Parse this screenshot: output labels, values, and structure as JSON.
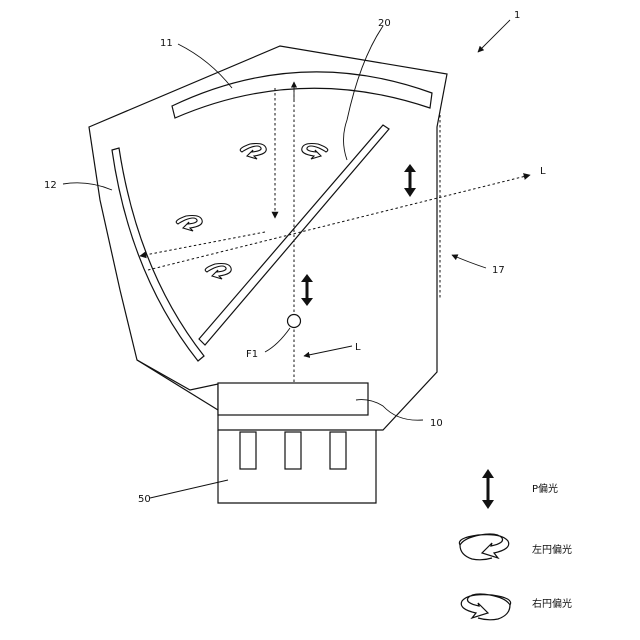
{
  "labels": {
    "device": "1",
    "mirror_top": "11",
    "mirror_left": "12",
    "window": "17",
    "beam_splitter": "20",
    "light_source": "10",
    "base": "50",
    "focus": "F1",
    "light_right": "L",
    "light_bottom": "L"
  },
  "legend": {
    "p_polarized": "P偏光",
    "left_circular": "左円偏光",
    "right_circular": "右円偏光"
  }
}
